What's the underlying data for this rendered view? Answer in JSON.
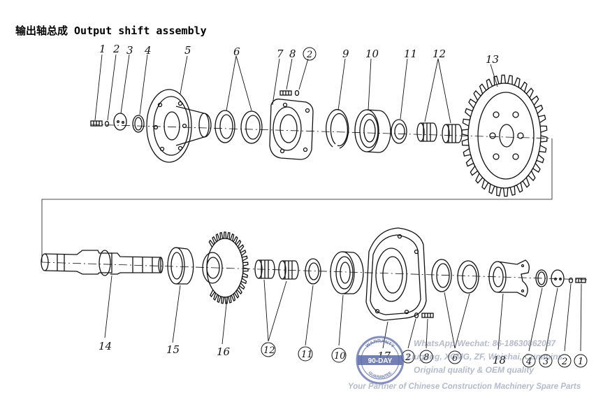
{
  "title": "输出轴总成 Output shift assembly",
  "labels": {
    "p1": "1",
    "p2": "2",
    "p3": "3",
    "p4": "4",
    "p5": "5",
    "p6": "6",
    "p7": "7",
    "p8": "8",
    "p9": "9",
    "p10": "10",
    "p11": "11",
    "p12": "12",
    "p13": "13",
    "p14": "14",
    "p15": "15",
    "p16": "16",
    "p17": "17",
    "p18": "18"
  },
  "watermark": {
    "line1": "WhatsApp/Wechat: 86-18630862087",
    "line2": "Liugong, XCMG, ZF, Weichai, Cummins",
    "line3": "Original quality & OEM quality",
    "line4": "Your Partner of Chinese Construction Machinery Spare Parts",
    "stamp_top": "WARRANTY",
    "stamp_mid": "90-DAY",
    "stamp_bottom": "GUARANTEE"
  },
  "colors": {
    "ink": "#111111",
    "watermark": "#7a829f",
    "stamp": "#5b6aa8"
  }
}
